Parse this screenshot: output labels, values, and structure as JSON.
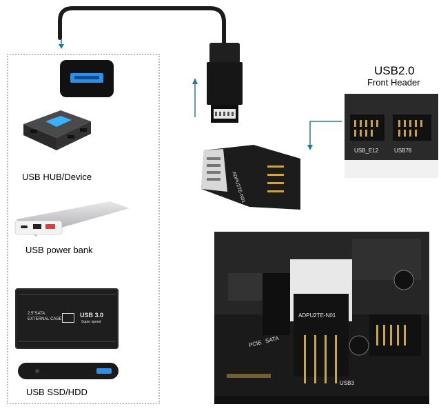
{
  "devices": {
    "hub_label": "USB HUB/Device",
    "powerbank_label": "USB power bank",
    "ssd_label": "USB SSD/HDD"
  },
  "header": {
    "title": "USB2.0",
    "subtitle": "Front Header"
  },
  "adapter": {
    "model_text": "ADPU2TE-N01"
  },
  "ssd_case": {
    "line1": "2.5\"SATA",
    "line2": "EXTERNAL CASE",
    "badge": "USB 3.0",
    "speed": "Super speed"
  },
  "board_labels": {
    "usb_e12": "USB_E12",
    "usb78": "USB78",
    "pcie": "PCIE",
    "sata": "SATA",
    "usb3": "USB3"
  },
  "colors": {
    "arrow": "#2a7a8c",
    "usb_blue": "#2f8fe6",
    "board": "#2b2b2b",
    "cable": "#1b1b1b"
  }
}
